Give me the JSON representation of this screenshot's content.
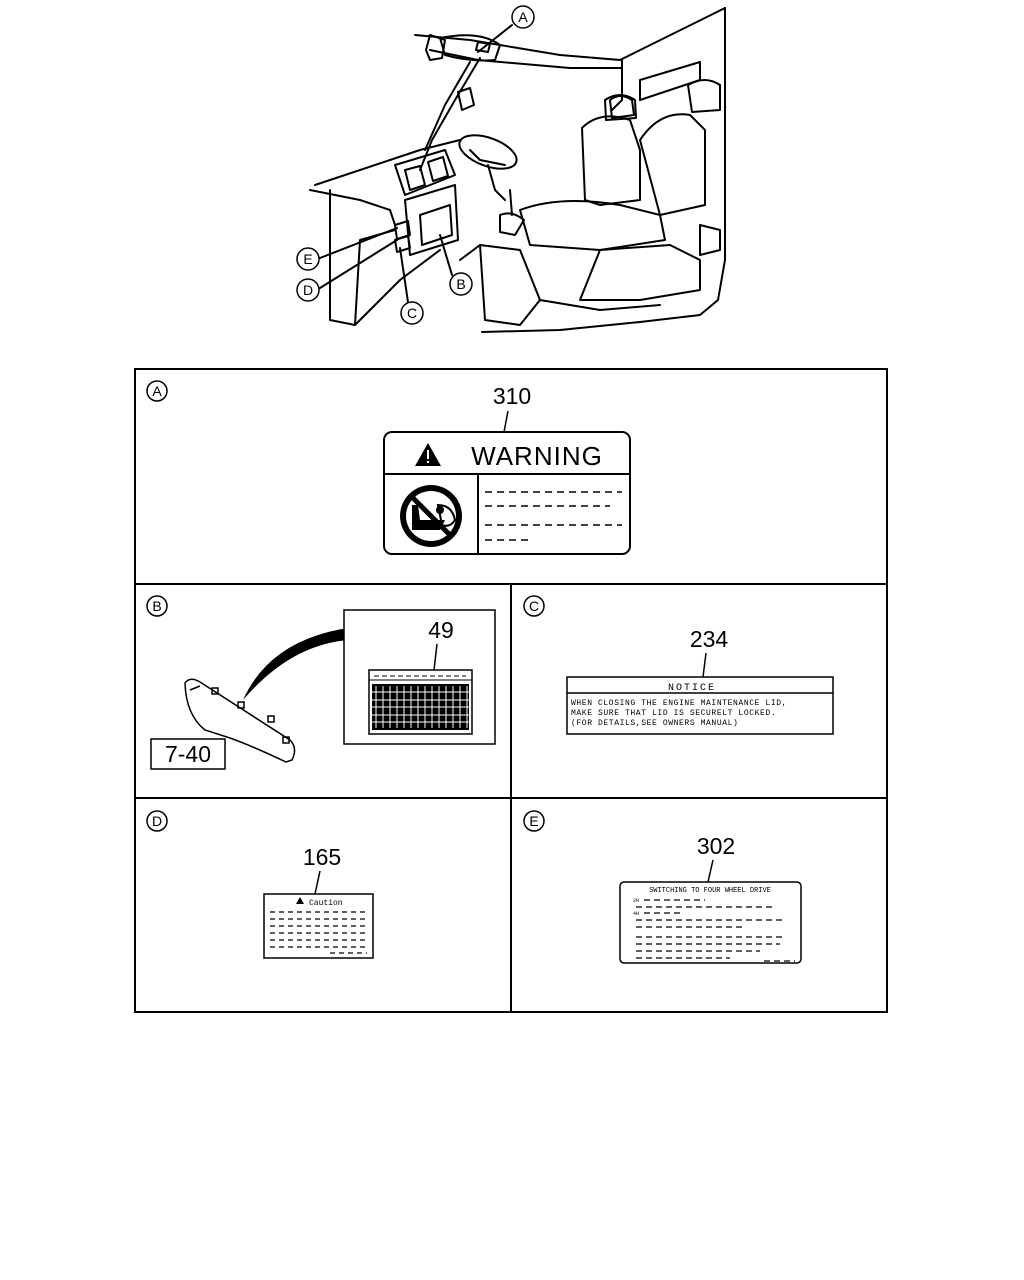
{
  "callouts": {
    "a": "A",
    "b": "B",
    "c": "C",
    "d": "D",
    "e": "E"
  },
  "panel_a": {
    "letter": "A",
    "part_number": "310",
    "label_heading": "WARNING"
  },
  "panel_b": {
    "letter": "B",
    "part_number": "49",
    "ref_number": "7-40"
  },
  "panel_c": {
    "letter": "C",
    "part_number": "234",
    "label_heading": "NOTICE",
    "label_lines": [
      "WHEN CLOSING THE ENGINE MAINTENANCE LID,",
      "MAKE SURE THAT LID IS SECURELT LOCKED.",
      "(FOR DETAILS,SEE OWNERS MANUAL)"
    ]
  },
  "panel_d": {
    "letter": "D",
    "part_number": "165",
    "label_heading": "Caution"
  },
  "panel_e": {
    "letter": "E",
    "part_number": "302",
    "label_heading": "SWITCHING TO FOUR WHEEL DRIVE",
    "row_marks": [
      "2H",
      "4H"
    ]
  }
}
